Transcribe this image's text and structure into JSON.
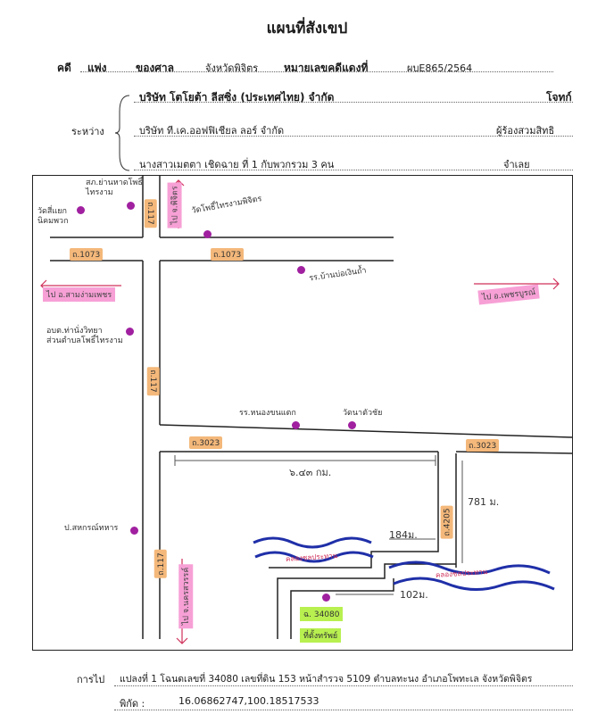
{
  "title": "แผนที่สังเขป",
  "case": {
    "label_case": "คดี",
    "case_type": "แพ่ง",
    "label_court": "ของศาล",
    "court": "จังหวัดพิจิตร",
    "label_number": "หมายเลขคดีแดงที่",
    "number": "ผบE865/2564"
  },
  "parties": {
    "label_between": "ระหว่าง",
    "plaintiff": "บริษัท โตโยต้า ลีสซิ่ง (ประเทศไทย) จำกัด",
    "plaintiff_role": "โจทก์",
    "subrogee": "บริษัท ที.เค.ออฟฟิเชียล ลอร์ จำกัด",
    "subrogee_role": "ผู้ร้องสวมสิทธิ",
    "defendant": "นางสาวเมตตา เชิดฉาย ที่ 1 กับพวกรวม 3 คน",
    "defendant_role": "จำเลย"
  },
  "map": {
    "roads": {
      "r1073": "ถ.1073",
      "r1073b": "ถ.1073",
      "r117": "ถ.117",
      "r117b": "ถ.117",
      "r3023a": "ถ.3023",
      "r3023b": "ถ.3023",
      "r4205": "ถ.4205"
    },
    "places": {
      "wat_ban": "วัดสี่แยก\nนิคมพวก",
      "police": "สภ.ย่านหาดโพธิ์\nไทรงาม",
      "wat_pho": "วัดโพธิ์ไทรงามพิจิตร",
      "school1": "รร.บ้านบ่อเงินถ้ำ",
      "obt": "อบต.ท่านั่งวิทยา\nส่วนตำบลโพธิ์ไทรงาม",
      "school2": "รร.หนองขนแตก",
      "wat_na": "วัดนาตัวชัย",
      "post": "ป.สหกรณ์ทหาร"
    },
    "directions": {
      "to_up": "ไป จ.พิจิตร",
      "to_left": "ไป อ.สามง่ามเพชร",
      "to_right": "ไป อ.เพชรบูรณ์",
      "to_down": "ไป จ.นครสวรรค์"
    },
    "distances": {
      "d1": "๖.๔๓ กม.",
      "d2": "781 ม.",
      "d3": "184ม.",
      "d4": "102ม."
    },
    "rivers": {
      "river1": "คลองชลประทาน",
      "river2": "คลองชลประทาน"
    },
    "parcel": {
      "deed": "ฉ. 34080",
      "note": "ที่ตั้งทรัพย์"
    },
    "colors": {
      "river": "#1f2fa8",
      "pin": "#a020a0",
      "road_tag": "#f4b87a",
      "direction_tag": "#f7a0d6"
    }
  },
  "footer": {
    "label_route": "การไป",
    "route_text": "แปลงที่ 1 โฉนดเลขที่ 34080  เลขที่ดิน 153 หน้าสำรวจ 5109  ตำบลทะนง อำเภอโพทะเล จังหวัดพิจิตร",
    "label_coord": "พิกัด :",
    "coordinates": "16.06862747,100.18517533"
  }
}
